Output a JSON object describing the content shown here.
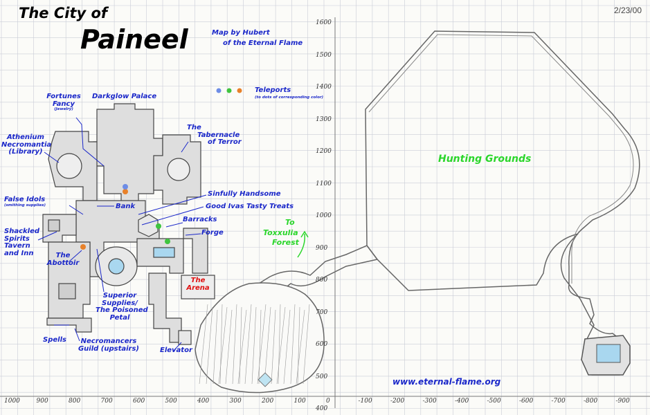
{
  "title": {
    "line1": "The City of",
    "line2": "Paineel"
  },
  "date": "2/23/00",
  "credit": {
    "line1": "Map by Hubert",
    "line2": "of the Eternal Flame"
  },
  "teleports": {
    "label": "Teleports",
    "note": "(to dots of corresponding color)",
    "dot_colors": [
      "#6e8de6",
      "#3fc43f",
      "#e8812a"
    ]
  },
  "website": "www.eternal-flame.org",
  "colors": {
    "label_blue": "#1a27c9",
    "zone_green": "#2bd62b",
    "arena_red": "#e01010",
    "grid": "#c9ccd6"
  },
  "labels": {
    "fortunes": {
      "line1": "Fortunes",
      "line2": "Fancy",
      "sub": "(Jewelry)"
    },
    "darkglow": "Darkglow Palace",
    "tabernacle": {
      "line1": "The",
      "line2": "Tabernacle",
      "line3": "of Terror"
    },
    "athenium": {
      "line1": "Athenium",
      "line2": "Necromantia",
      "line3": "(Library)"
    },
    "sinfully": "Sinfully Handsome",
    "goodivas": "Good Ivas Tasty Treats",
    "bank": "Bank",
    "falseidols": {
      "line1": "False Idols",
      "sub": "(smithing supplies)"
    },
    "barracks": "Barracks",
    "forge": "Forge",
    "shackled": {
      "line1": "Shackled",
      "line2": "Spirits",
      "line3": "Tavern",
      "line4": "and Inn"
    },
    "abottoir": {
      "line1": "The",
      "line2": "Abottoir"
    },
    "arena": {
      "line1": "The",
      "line2": "Arena"
    },
    "superior": {
      "line1": "Superior",
      "line2": "Supplies/",
      "line3": "The Poisoned",
      "line4": "Petal"
    },
    "spells": "Spells",
    "necro": {
      "line1": "Necromancers",
      "line2": "Guild (upstairs)"
    },
    "elevator": "Elevator",
    "hunting": "Hunting Grounds",
    "toxx": {
      "line1": "To",
      "line2": "Toxxulia",
      "line3": "Forest"
    }
  },
  "axis": {
    "x_ticks": [
      "1000",
      "900",
      "800",
      "700",
      "600",
      "500",
      "400",
      "300",
      "200",
      "100",
      "0",
      "-100",
      "-200",
      "-300",
      "-400",
      "-500",
      "-600",
      "-700",
      "-800",
      "-900"
    ],
    "y_ticks": [
      "1600",
      "1500",
      "1400",
      "1300",
      "1200",
      "1100",
      "1000",
      "900",
      "800",
      "700",
      "600",
      "500",
      "400"
    ]
  }
}
